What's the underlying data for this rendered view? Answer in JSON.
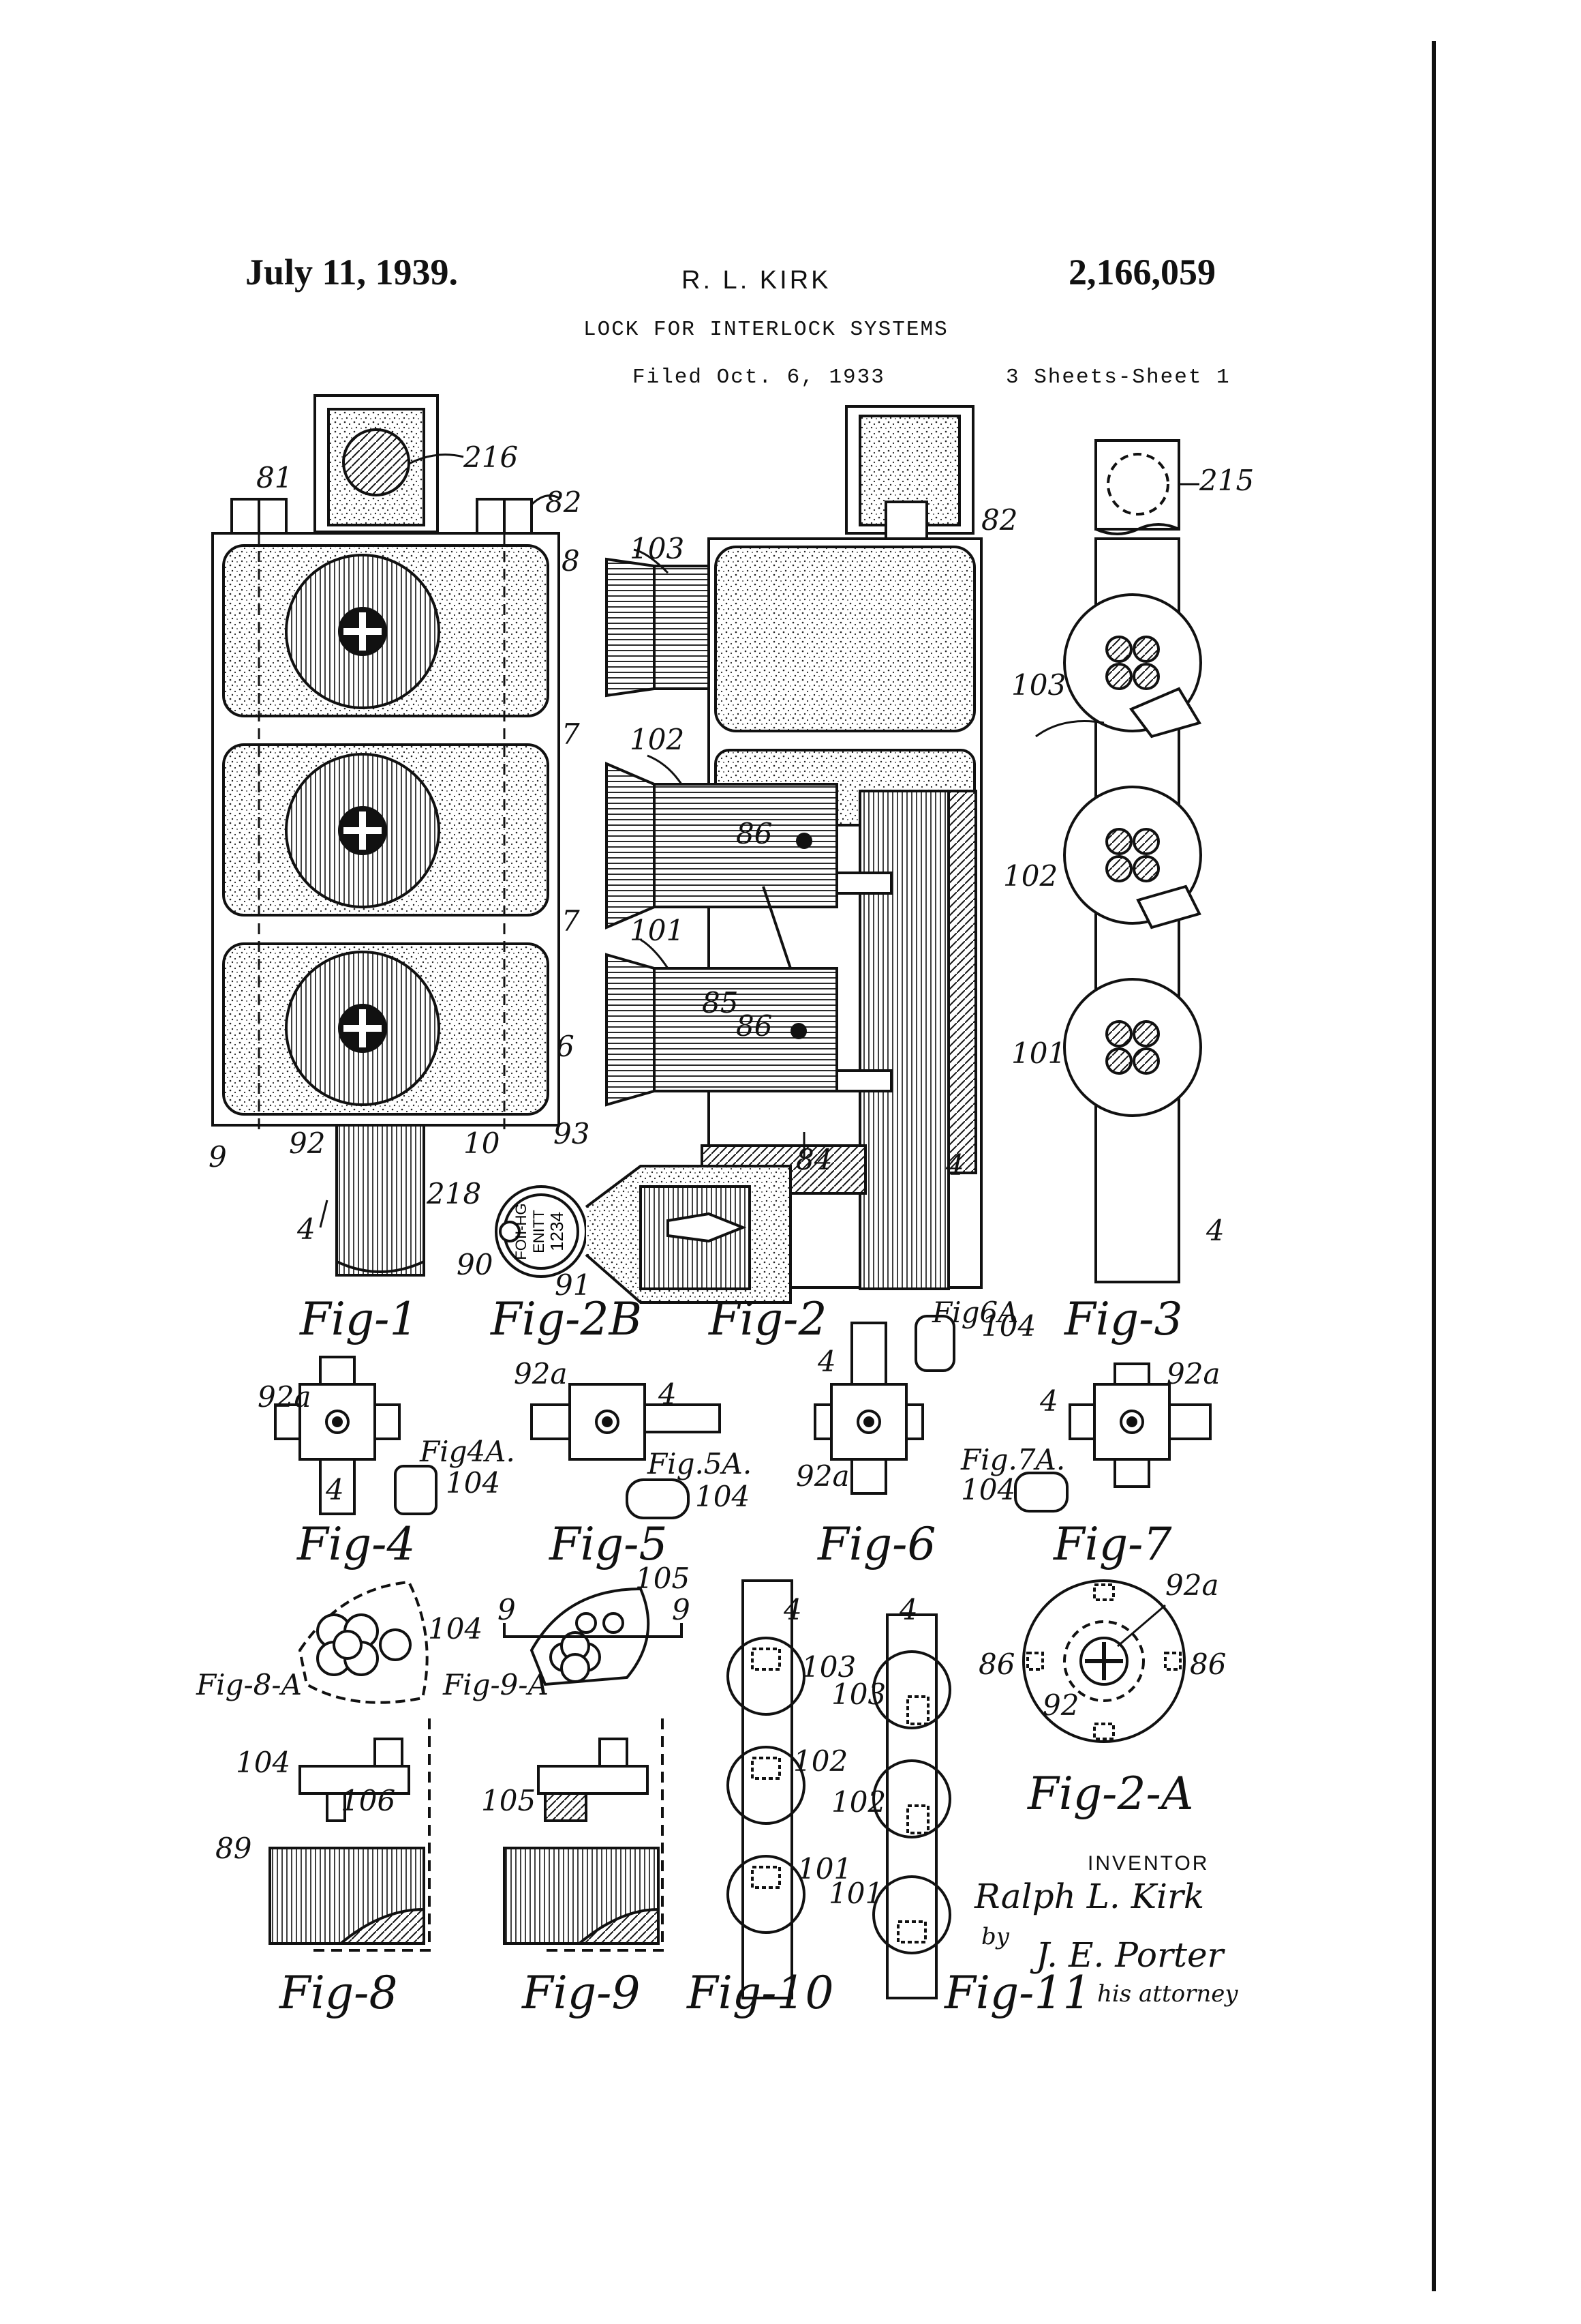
{
  "header": {
    "date": "July 11, 1939.",
    "inventor": "R. L. KIRK",
    "patent_number": "2,166,059",
    "title": "LOCK FOR INTERLOCK SYSTEMS",
    "filed": "Filed Oct. 6, 1933",
    "sheets": "3 Sheets-Sheet 1"
  },
  "figure_labels": {
    "fig1": "Fig-1",
    "fig2b": "Fig-2B",
    "fig2": "Fig-2",
    "fig6a": "Fig6A",
    "fig3": "Fig-3",
    "fig4a": "Fig4A.",
    "fig5a": "Fig.5A.",
    "fig7a": "Fig.7A.",
    "fig4": "Fig-4",
    "fig5": "Fig-5",
    "fig6": "Fig-6",
    "fig7": "Fig-7",
    "fig8a": "Fig-8-A",
    "fig9a": "Fig-9-A",
    "fig2a": "Fig-2-A",
    "fig8": "Fig-8",
    "fig9": "Fig-9",
    "fig10": "Fig-10",
    "fig11": "Fig-11"
  },
  "reference_numerals": {
    "r216": "216",
    "r81": "81",
    "r82a": "82",
    "r8": "8",
    "r7a": "7",
    "r7b": "7",
    "r6": "6",
    "r92": "92",
    "r9": "9",
    "r10": "10",
    "r4a": "4",
    "r103a": "103",
    "r82b": "82",
    "r102a": "102",
    "r86a": "86",
    "r101a": "101",
    "r85": "85",
    "r86b": "86",
    "r84": "84",
    "r4b": "4",
    "r93": "93",
    "r218": "218",
    "r90": "90",
    "r91": "91",
    "r215": "215",
    "r103b": "103",
    "r102b": "102",
    "r101b": "101",
    "r4c": "4",
    "r104a": "104",
    "r92a1": "92a",
    "r4d": "4",
    "r104b": "104",
    "r92a2": "92a",
    "r4e": "4",
    "r104c": "104",
    "r4f": "4",
    "r92a3": "92a",
    "r4g": "4",
    "r92a4": "92a",
    "r104d": "104",
    "r104e": "104",
    "r9a": "9",
    "r9b": "9",
    "r105a": "105",
    "r4h": "4",
    "r103c": "103",
    "r102c": "102",
    "r101c": "101",
    "r4i": "4",
    "r103d": "103",
    "r102d": "102",
    "r101d": "101",
    "r92a5": "92a",
    "r86c": "86",
    "r86d": "86",
    "r92b": "92",
    "r104f": "104",
    "r106": "106",
    "r105b": "105",
    "r89": "89"
  },
  "key_tag": {
    "line1": "FOII-HG",
    "line2": "ENITT",
    "line3": "1234"
  },
  "inventor_block": {
    "label": "INVENTOR",
    "name": "Ralph L. Kirk",
    "by": "by",
    "attorney_sig": "J. E. Porter",
    "attorney_label": "his attorney"
  }
}
